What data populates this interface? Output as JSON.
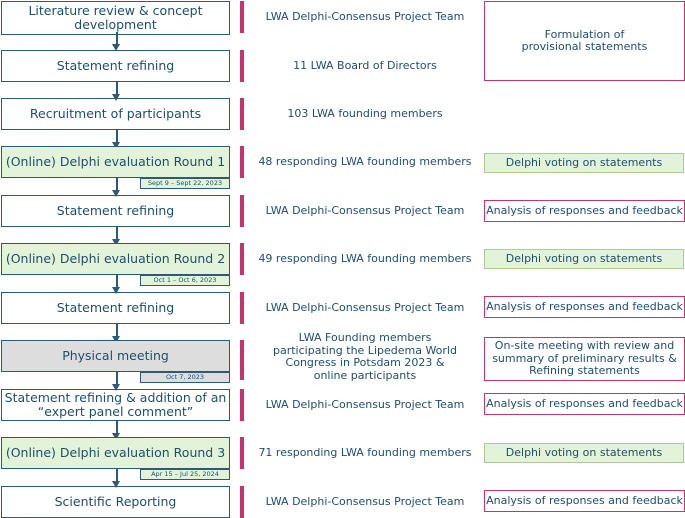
{
  "steps": [
    {
      "label": "Literature review & concept development"
    },
    {
      "label": "Statement refining"
    },
    {
      "label": "Recruitment of participants"
    },
    {
      "label": "(Online) Delphi evaluation Round 1",
      "date": "Sept 9 – Sept 22, 2023"
    },
    {
      "label": "Statement refining"
    },
    {
      "label": "(Online) Delphi evaluation Round 2",
      "date": "Oct 1 – Oct 6, 2023"
    },
    {
      "label": "Statement refining"
    },
    {
      "label": "Physical meeting",
      "date": "Oct 7, 2023"
    },
    {
      "label": "Statement refining & addition of an “expert panel comment”"
    },
    {
      "label": "(Online) Delphi evaluation Round 3",
      "date": "Apr 15 – Jul 25, 2024"
    },
    {
      "label": "Scientific Reporting"
    }
  ],
  "participants": [
    "LWA Delphi-Consensus Project Team",
    "11 LWA Board of Directors",
    "103 LWA founding members",
    "48 responding LWA founding members",
    "LWA Delphi-Consensus Project Team",
    "49 responding LWA founding members",
    "LWA Delphi-Consensus Project Team",
    "LWA Founding members participating the Lipedema World Congress in Potsdam 2023 & online participants",
    "LWA Delphi-Consensus Project Team",
    "71 responding LWA founding members",
    "LWA Delphi-Consensus Project Team"
  ],
  "activities": {
    "provisional": "Formulation of provisional statements",
    "voting": "Delphi voting on statements",
    "analysis": "Analysis of responses and feedback",
    "onsite": "On-site meeting with review and summary of preliminary results & Refining statements"
  },
  "colors": {
    "navy": "#1f4e6b",
    "border": "#2e5a74",
    "pink": "#c7336e",
    "green": "#e3f3d9",
    "gray": "#dddddd"
  }
}
